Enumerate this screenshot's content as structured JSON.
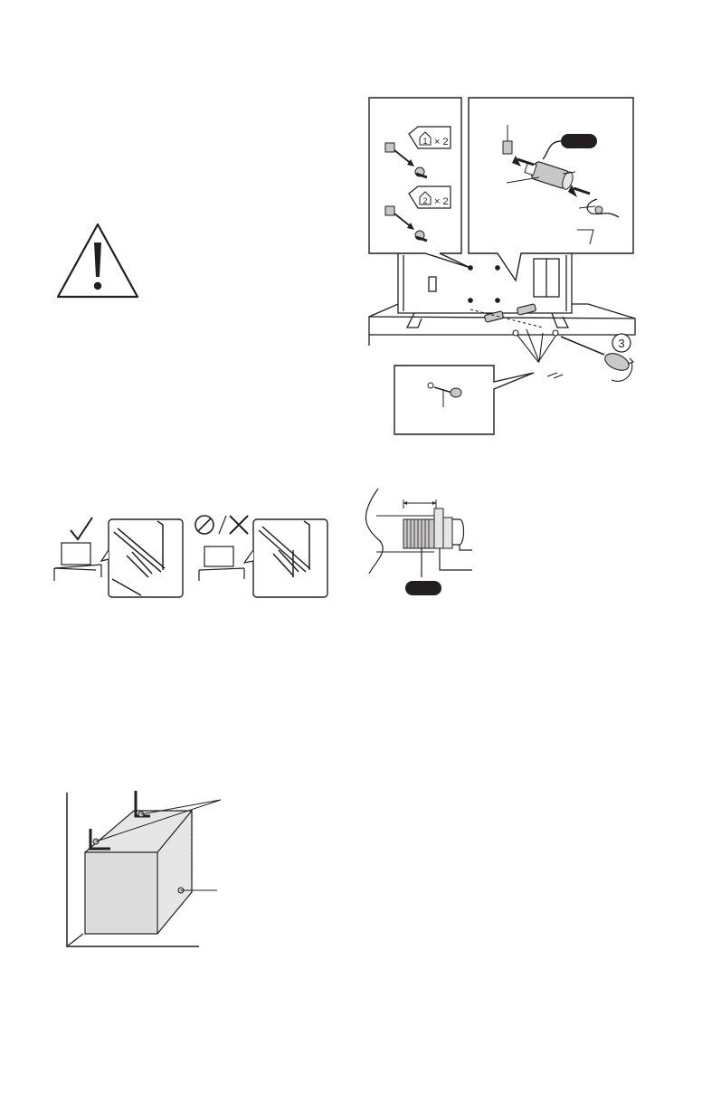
{
  "manual_page": {
    "top_right_assembly": {
      "callout_left": {
        "upper_screw_step": "1",
        "upper_screw_qty": "× 2",
        "lower_screw_step": "2",
        "lower_screw_qty": "× 2"
      },
      "screwdriver_step": "3"
    }
  },
  "colors": {
    "line": "#231f20",
    "fill_light": "#e6e6e6",
    "fill_mid": "#c8c8c8",
    "badge": "#231f20"
  },
  "icons": [
    "warning-triangle-icon",
    "check-mark-icon",
    "prohibited-icon",
    "cross-mark-icon"
  ]
}
